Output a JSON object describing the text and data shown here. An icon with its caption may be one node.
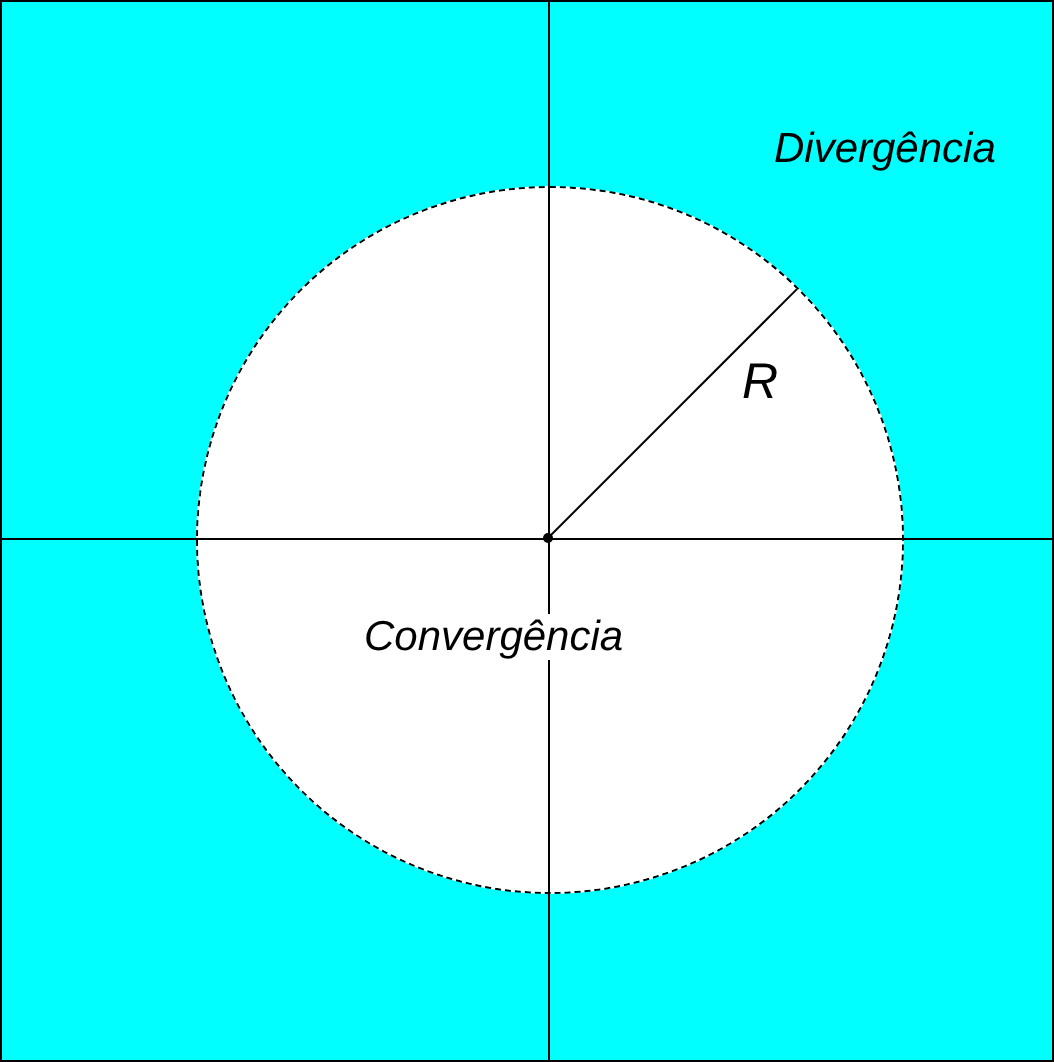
{
  "diagram": {
    "nodes": [
      {
        "text": [
          "Divergência"
        ]
      },
      {
        "text": [
          "Convergência"
        ],
        "in": 0
      }
    ],
    "labels": [
      "R"
    ]
  }
}
